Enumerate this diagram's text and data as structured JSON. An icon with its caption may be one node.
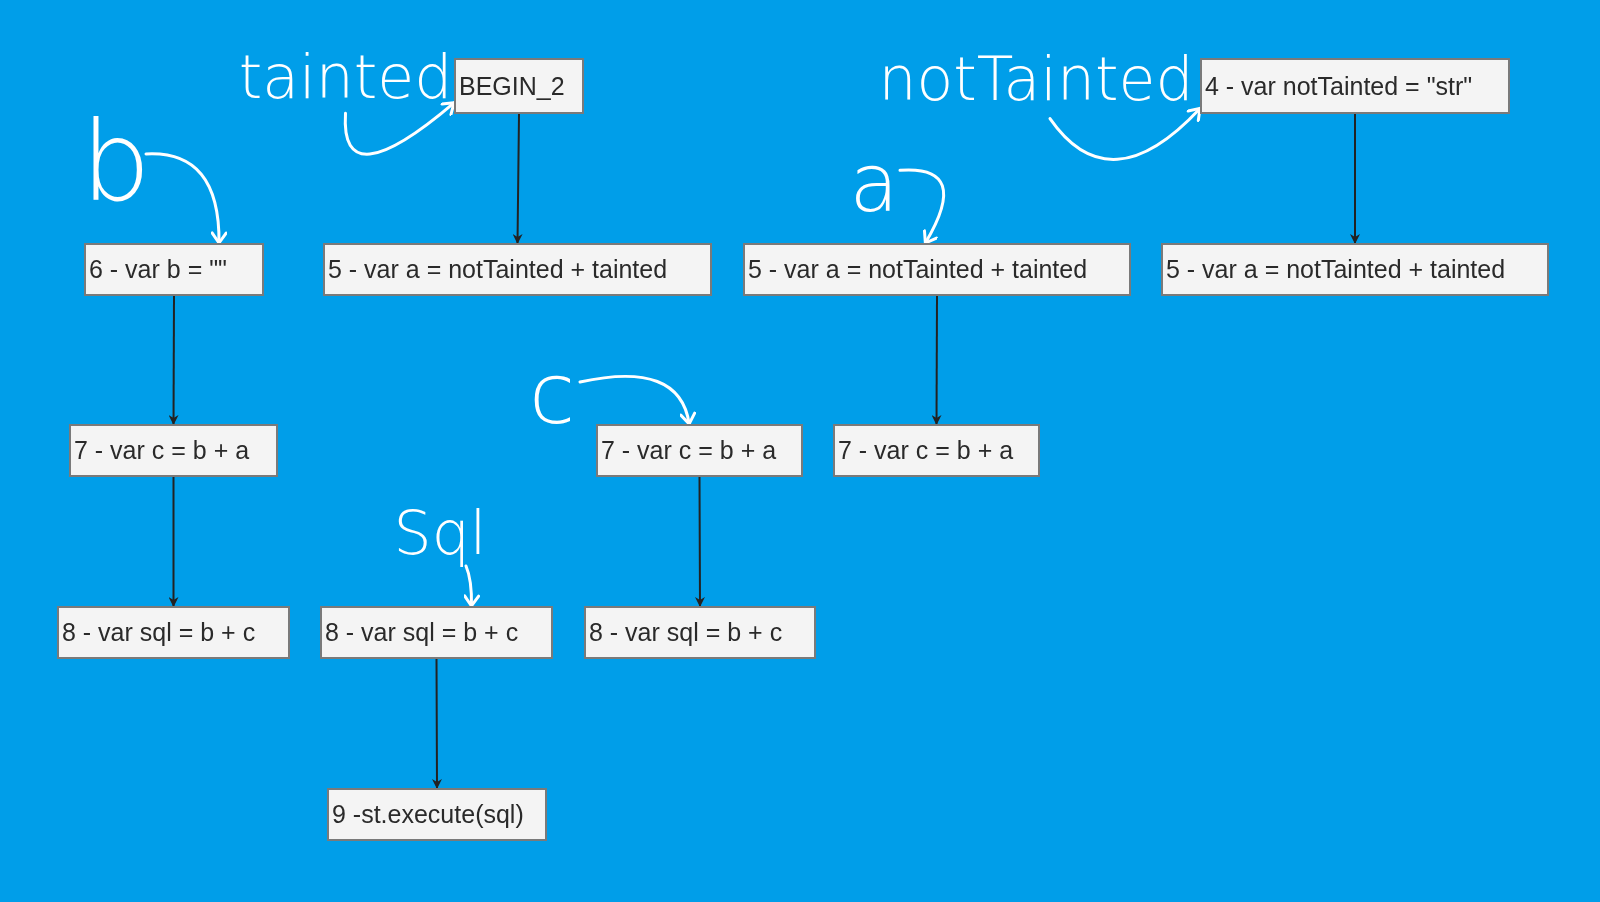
{
  "diagram": {
    "nodes": [
      {
        "text": [
          "tainted"
        ]
      },
      {
        "text": [
          "BEGIN_2"
        ]
      },
      {
        "text": [
          "notTainted"
        ]
      },
      {
        "text": [
          "4 - var notTainted = \"str\""
        ]
      },
      {
        "text": [
          "b"
        ]
      },
      {
        "text": [
          "a"
        ]
      },
      {
        "text": [
          "6 - var b = \"\""
        ]
      },
      {
        "text": [
          "5 - var a = notTainted + tainted"
        ]
      },
      {
        "text": [
          "5 - var a = notTainted + tainted"
        ]
      },
      {
        "text": [
          "5 - var a = notTainted + tainted"
        ]
      },
      {
        "text": [
          "c"
        ]
      },
      {
        "text": [
          "7 - var c = b + a"
        ]
      },
      {
        "text": [
          "7 - var c = b + a"
        ]
      },
      {
        "text": [
          "7 - var c = b + a"
        ]
      },
      {
        "text": [
          "Sql"
        ]
      },
      {
        "text": [
          "8 - var sql = b + c"
        ]
      },
      {
        "text": [
          "8 - var sql = b + c"
        ]
      },
      {
        "text": [
          "8 - var sql = b + c"
        ]
      },
      {
        "text": [
          "9 -st.execute(sql)"
        ]
      }
    ],
    "edges": [
      {
        "from": 0,
        "to": 1,
        "arrow": "to",
        "color": "#ffffff"
      },
      {
        "from": 1,
        "to": 7,
        "arrow": "to"
      },
      {
        "from": 2,
        "to": 3,
        "arrow": "to",
        "color": "#ffffff"
      },
      {
        "from": 3,
        "to": 9,
        "arrow": "to"
      },
      {
        "from": 4,
        "to": 6,
        "arrow": "to",
        "color": "#ffffff"
      },
      {
        "from": 5,
        "to": 8,
        "arrow": "to",
        "color": "#ffffff"
      },
      {
        "from": 6,
        "to": 11,
        "arrow": "to"
      },
      {
        "from": 11,
        "to": 15,
        "arrow": "to"
      },
      {
        "from": 10,
        "to": 12,
        "arrow": "to",
        "color": "#ffffff"
      },
      {
        "from": 12,
        "to": 17,
        "arrow": "to"
      },
      {
        "from": 8,
        "to": 13,
        "arrow": "to"
      },
      {
        "from": 14,
        "to": 16,
        "arrow": "to",
        "color": "#ffffff"
      },
      {
        "from": 16,
        "to": 18,
        "arrow": "to"
      }
    ]
  }
}
